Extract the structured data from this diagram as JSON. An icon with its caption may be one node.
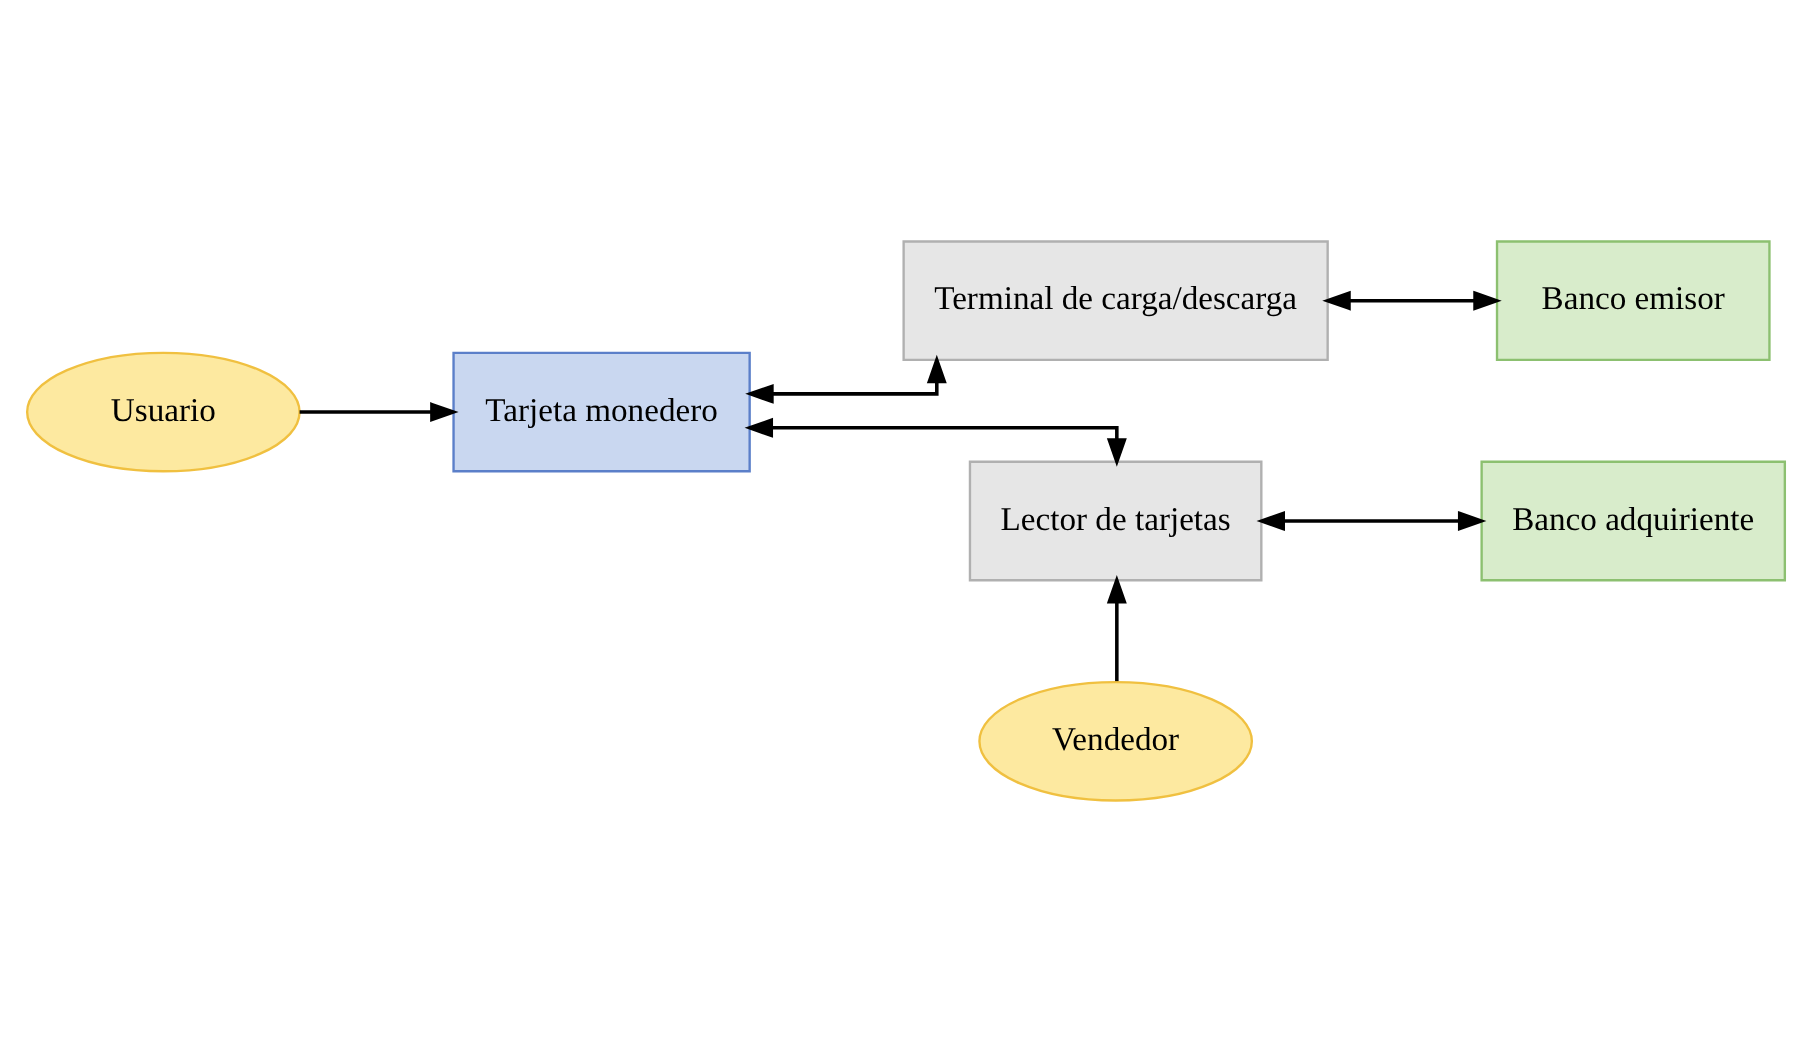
{
  "diagram": {
    "nodes": [
      {
        "text": [
          "Usuario"
        ]
      },
      {
        "text": [
          "Tarjeta monedero"
        ]
      },
      {
        "text": [
          "Terminal de carga/descarga"
        ]
      },
      {
        "text": [
          "Banco emisor"
        ]
      },
      {
        "text": [
          "Lector de tarjetas"
        ]
      },
      {
        "text": [
          "Banco adquiriente"
        ]
      },
      {
        "text": [
          "Vendedor"
        ]
      }
    ],
    "edges": [
      {
        "from": 0,
        "to": 1,
        "arrow": "to"
      },
      {
        "from": 1,
        "to": 2,
        "arrow": "both"
      },
      {
        "from": 2,
        "to": 3,
        "arrow": "both"
      },
      {
        "from": 1,
        "to": 4,
        "arrow": "both"
      },
      {
        "from": 4,
        "to": 5,
        "arrow": "both"
      },
      {
        "from": 6,
        "to": 4,
        "arrow": "to"
      }
    ]
  }
}
